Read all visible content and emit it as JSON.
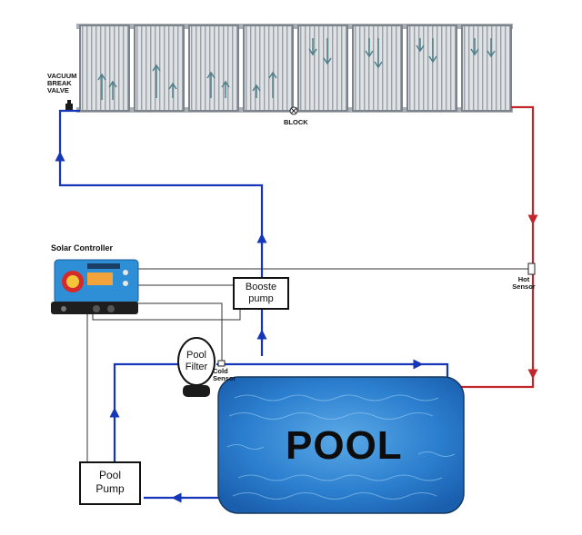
{
  "title_labels": {
    "vacuum_break_valve": "VACUUM\nBREAK\nVALVE",
    "block": "BLOCK",
    "solar_controller": "Solar Controller",
    "booste_pump": "Booste\npump",
    "hot_sensor": "Hot\nSensor",
    "pool_filter": "Pool\nFilter",
    "cold_sensor": "Cold\nSensor",
    "pool_pump": "Pool\nPump",
    "pool": "POOL"
  },
  "colors": {
    "cold_line": "#1636b8",
    "hot_line": "#c0262a",
    "wire": "#333333",
    "panel_frame": "#8f959b",
    "panel_fill": "#d9dde1",
    "pool_water": "#2a78c6",
    "controller_body": "#2f8fd6"
  },
  "icons": {
    "vacuum_valve": "valve-icon",
    "block": "block-valve-icon",
    "hot_sensor": "sensor-icon",
    "cold_sensor": "sensor-icon",
    "solar_controller": "controller-device-icon"
  }
}
